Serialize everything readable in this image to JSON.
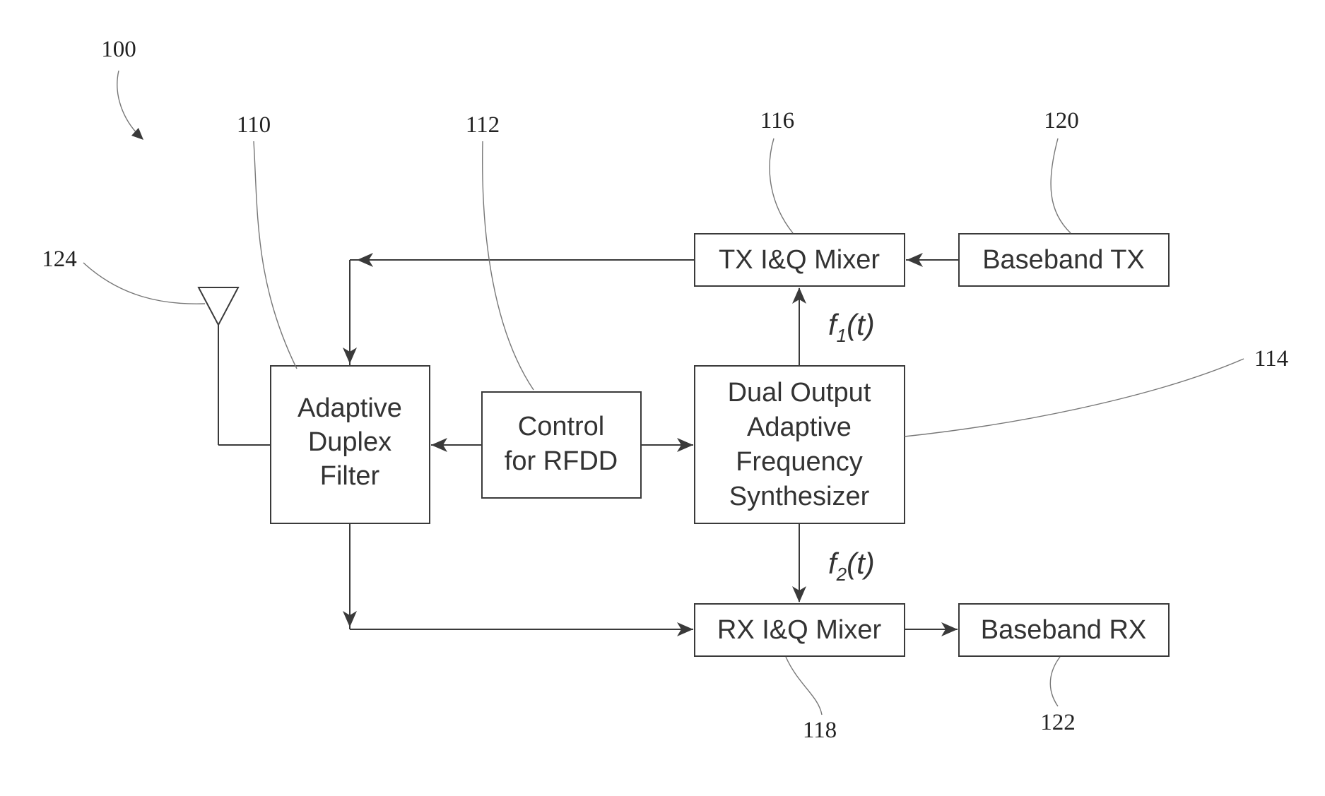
{
  "figure": {
    "ref": "100"
  },
  "blocks": {
    "duplex_filter": {
      "lines": [
        "Adaptive",
        "Duplex",
        "Filter"
      ],
      "ref": "110"
    },
    "control": {
      "lines": [
        "Control",
        "for RFDD"
      ],
      "ref": "112"
    },
    "synthesizer": {
      "lines": [
        "Dual Output",
        "Adaptive",
        "Frequency",
        "Synthesizer"
      ],
      "ref": "114"
    },
    "tx_mixer": {
      "lines": [
        "TX I&Q Mixer"
      ],
      "ref": "116"
    },
    "rx_mixer": {
      "lines": [
        "RX I&Q Mixer"
      ],
      "ref": "118"
    },
    "baseband_tx": {
      "lines": [
        "Baseband TX"
      ],
      "ref": "120"
    },
    "baseband_rx": {
      "lines": [
        "Baseband RX"
      ],
      "ref": "122"
    }
  },
  "antenna": {
    "ref": "124"
  },
  "signals": {
    "f1": {
      "name": "f",
      "sub": "1",
      "arg": "(t)"
    },
    "f2": {
      "name": "f",
      "sub": "2",
      "arg": "(t)"
    }
  }
}
